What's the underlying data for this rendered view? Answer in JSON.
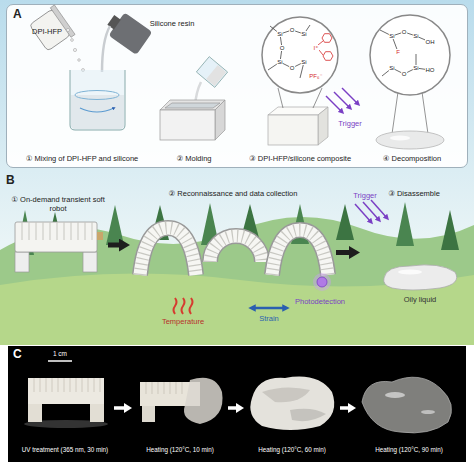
{
  "diagram": {
    "nodes": [
      {
        "text": [
          "A"
        ]
      },
      {
        "text": [
          "① Mixing of DPI-HFP and silicone"
        ],
        "in": 0
      },
      {
        "text": [
          "② Molding"
        ],
        "in": 0
      },
      {
        "text": [
          "③ DPI-HFP/silicone composite"
        ],
        "in": 0
      },
      {
        "text": [
          "④ Decomposition"
        ],
        "in": 0
      },
      {
        "text": [
          "B"
        ]
      },
      {
        "text": [
          "① On-demand transient soft robot"
        ],
        "in": 5
      },
      {
        "text": [
          "② Reconnaissance and data collection"
        ],
        "in": 5
      },
      {
        "text": [
          "③ Disassemble"
        ],
        "in": 5
      },
      {
        "text": [
          "C"
        ]
      },
      {
        "text": [
          "UV treatment (365 nm, 30 min)"
        ],
        "in": 9
      },
      {
        "text": [
          "Heating (120°C, 10 min)"
        ],
        "in": 9
      },
      {
        "text": [
          "Heating (120°C, 60 min)"
        ],
        "in": 9
      },
      {
        "text": [
          "Heating (120°C, 90 min)"
        ],
        "in": 9
      }
    ],
    "edges": [
      {
        "from": 6,
        "to": 7,
        "arrow": "to"
      },
      {
        "from": 7,
        "to": 8,
        "arrow": "to"
      },
      {
        "from": 10,
        "to": 11,
        "arrow": "to"
      },
      {
        "from": 11,
        "to": 12,
        "arrow": "to"
      },
      {
        "from": 12,
        "to": 13,
        "arrow": "to"
      }
    ],
    "labels": [
      "DPI-HFP",
      "Silicone resin",
      "Trigger",
      "Temperature",
      "Strain",
      "Photodetection",
      "Trigger",
      "Oily liquid",
      "1 cm",
      "Si",
      "O",
      "Si",
      "O",
      "Si",
      "O",
      "Si",
      "I⁺",
      "PF₆⁻",
      "Si",
      "O",
      "Si",
      "OH",
      "F",
      "Si",
      "O",
      "Si",
      "HO"
    ]
  }
}
